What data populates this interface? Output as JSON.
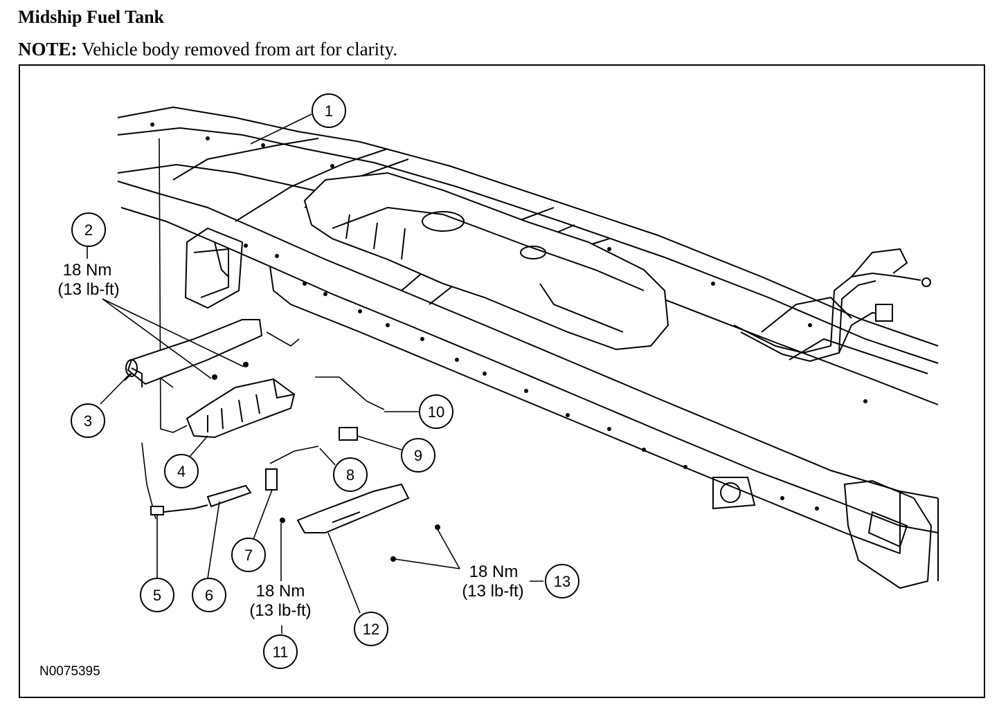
{
  "header": {
    "title": "Midship Fuel Tank",
    "note_label": "NOTE:",
    "note_text": " Vehicle body removed from art for clarity."
  },
  "diagram": {
    "callouts": [
      "1",
      "2",
      "3",
      "4",
      "5",
      "6",
      "7",
      "8",
      "9",
      "10",
      "11",
      "12",
      "13"
    ],
    "torque_2": {
      "nm": "18 Nm",
      "lbft": "(13 lb-ft)"
    },
    "torque_11": {
      "nm": "18 Nm",
      "lbft": "(13 lb-ft)"
    },
    "torque_13": {
      "nm": "18 Nm",
      "lbft": "(13 lb-ft)"
    },
    "figure_code": "N0075395"
  }
}
